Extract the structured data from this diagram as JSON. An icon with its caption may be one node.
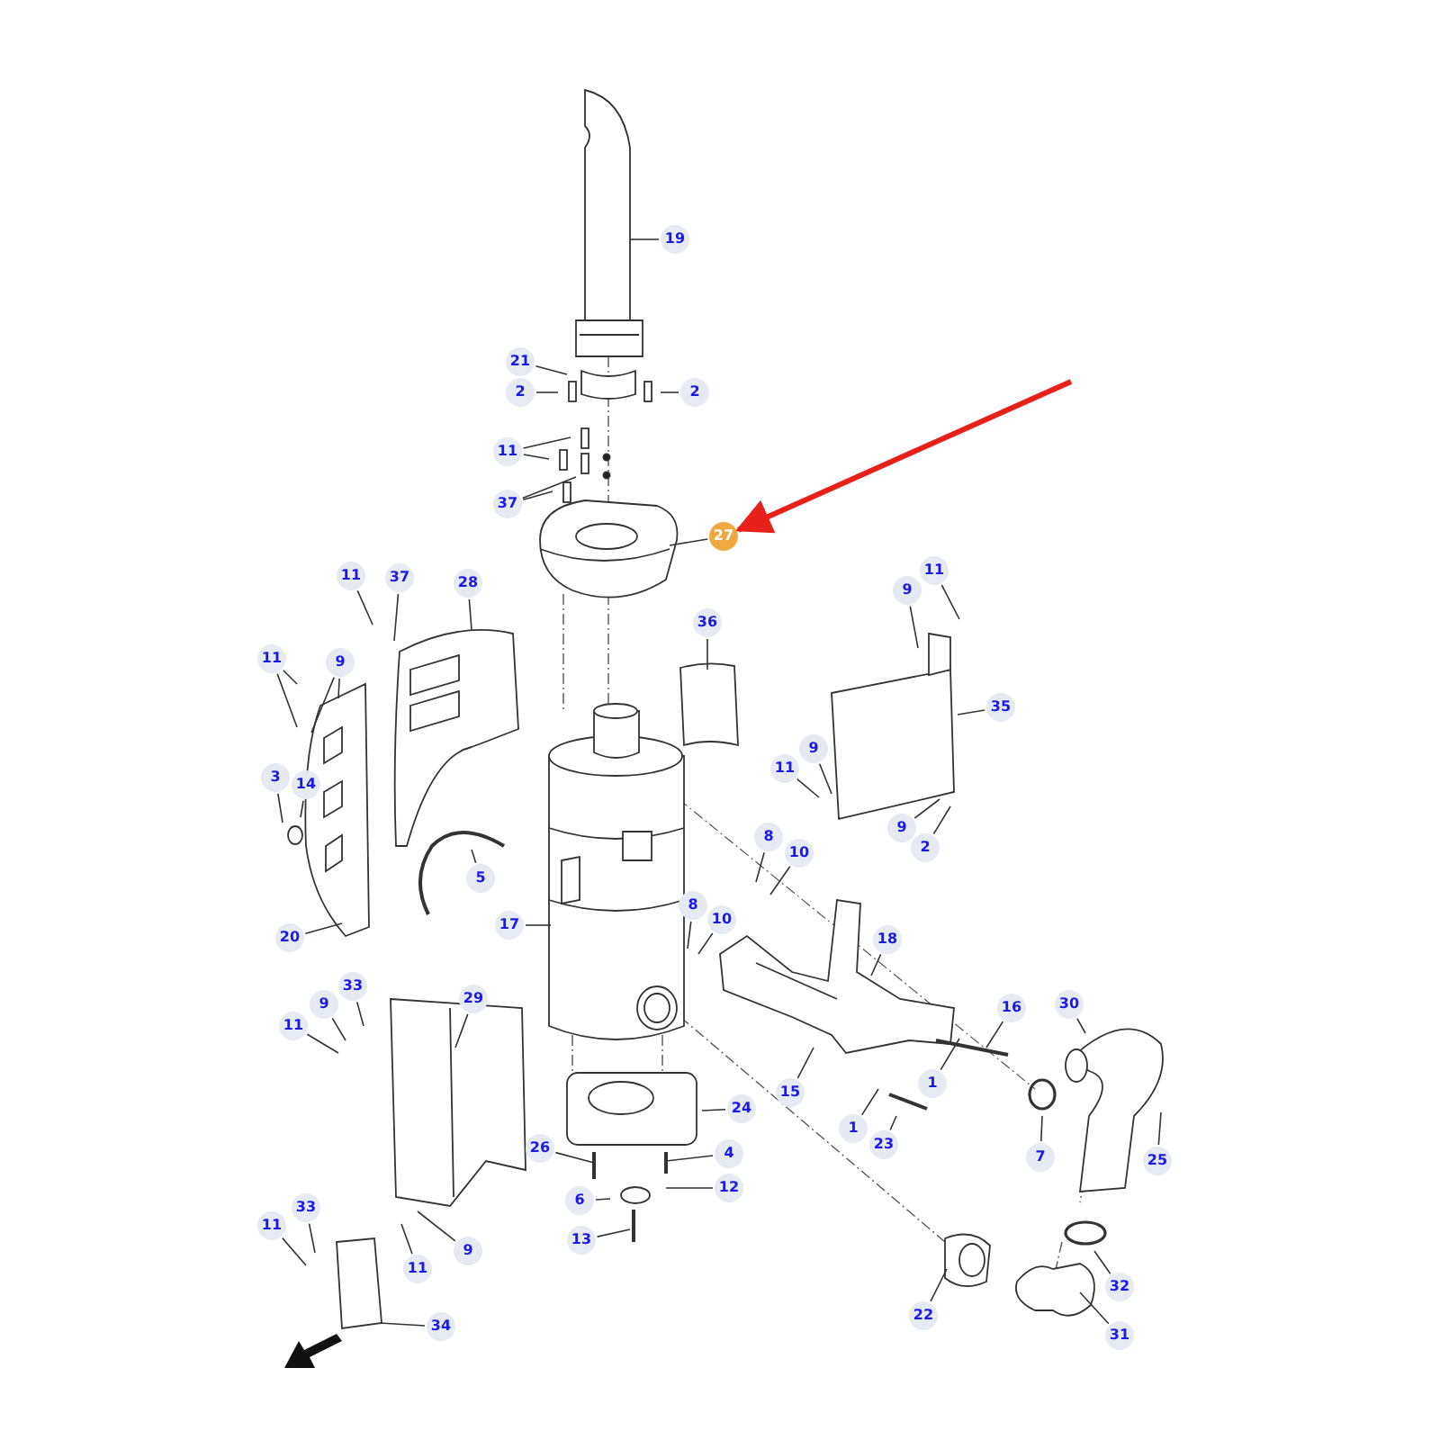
{
  "diagram": {
    "nodes": [
      {
        "text": [
          "19"
        ]
      },
      {
        "text": [
          "21"
        ]
      },
      {
        "text": [
          "2"
        ]
      },
      {
        "text": [
          "2"
        ]
      },
      {
        "text": [
          "11"
        ]
      },
      {
        "text": [
          "37"
        ]
      },
      {
        "text": [
          "27"
        ]
      },
      {
        "text": [
          "11"
        ]
      },
      {
        "text": [
          "37"
        ]
      },
      {
        "text": [
          "28"
        ]
      },
      {
        "text": [
          "36"
        ]
      },
      {
        "text": [
          "11"
        ]
      },
      {
        "text": [
          "9"
        ]
      },
      {
        "text": [
          "3"
        ]
      },
      {
        "text": [
          "14"
        ]
      },
      {
        "text": [
          "20"
        ]
      },
      {
        "text": [
          "5"
        ]
      },
      {
        "text": [
          "17"
        ]
      },
      {
        "text": [
          "11"
        ]
      },
      {
        "text": [
          "9"
        ]
      },
      {
        "text": [
          "35"
        ]
      },
      {
        "text": [
          "9"
        ]
      },
      {
        "text": [
          "11"
        ]
      },
      {
        "text": [
          "9"
        ]
      },
      {
        "text": [
          "2"
        ]
      },
      {
        "text": [
          "8"
        ]
      },
      {
        "text": [
          "10"
        ]
      },
      {
        "text": [
          "8"
        ]
      },
      {
        "text": [
          "10"
        ]
      },
      {
        "text": [
          "18"
        ]
      },
      {
        "text": [
          "16"
        ]
      },
      {
        "text": [
          "30"
        ]
      },
      {
        "text": [
          "33"
        ]
      },
      {
        "text": [
          "9"
        ]
      },
      {
        "text": [
          "11"
        ]
      },
      {
        "text": [
          "29"
        ]
      },
      {
        "text": [
          "15"
        ]
      },
      {
        "text": [
          "1"
        ]
      },
      {
        "text": [
          "24"
        ]
      },
      {
        "text": [
          "1"
        ]
      },
      {
        "text": [
          "23"
        ]
      },
      {
        "text": [
          "7"
        ]
      },
      {
        "text": [
          "25"
        ]
      },
      {
        "text": [
          "26"
        ]
      },
      {
        "text": [
          "4"
        ]
      },
      {
        "text": [
          "6"
        ]
      },
      {
        "text": [
          "12"
        ]
      },
      {
        "text": [
          "13"
        ]
      },
      {
        "text": [
          "11"
        ]
      },
      {
        "text": [
          "33"
        ]
      },
      {
        "text": [
          "9"
        ]
      },
      {
        "text": [
          "11"
        ]
      },
      {
        "text": [
          "34"
        ]
      },
      {
        "text": [
          "22"
        ]
      },
      {
        "text": [
          "32"
        ]
      },
      {
        "text": [
          "31"
        ]
      }
    ],
    "edges": [
      {
        "from": 0,
        "to": null,
        "arrow": "none"
      },
      {
        "from": 1,
        "to": null,
        "arrow": "none"
      },
      {
        "from": 2,
        "to": null,
        "arrow": "none"
      },
      {
        "from": 3,
        "to": null,
        "arrow": "none"
      },
      {
        "from": 4,
        "to": null,
        "arrow": "none"
      },
      {
        "from": 4,
        "to": null,
        "arrow": "none"
      },
      {
        "from": 5,
        "to": null,
        "arrow": "none"
      },
      {
        "from": 5,
        "to": null,
        "arrow": "none"
      },
      {
        "from": 6,
        "to": null,
        "arrow": "none"
      },
      {
        "from": 7,
        "to": null,
        "arrow": "none"
      },
      {
        "from": 8,
        "to": null,
        "arrow": "none"
      },
      {
        "from": 9,
        "to": null,
        "arrow": "none"
      },
      {
        "from": 10,
        "to": null,
        "arrow": "none"
      },
      {
        "from": 11,
        "to": null,
        "arrow": "none"
      },
      {
        "from": 11,
        "to": null,
        "arrow": "none"
      },
      {
        "from": 12,
        "to": null,
        "arrow": "none"
      },
      {
        "from": 12,
        "to": null,
        "arrow": "none"
      },
      {
        "from": 13,
        "to": null,
        "arrow": "none"
      },
      {
        "from": 14,
        "to": null,
        "arrow": "none"
      },
      {
        "from": 15,
        "to": null,
        "arrow": "none"
      },
      {
        "from": 16,
        "to": null,
        "arrow": "none"
      },
      {
        "from": 17,
        "to": null,
        "arrow": "none"
      },
      {
        "from": 18,
        "to": null,
        "arrow": "none"
      },
      {
        "from": 19,
        "to": null,
        "arrow": "none"
      },
      {
        "from": 20,
        "to": null,
        "arrow": "none"
      },
      {
        "from": 21,
        "to": null,
        "arrow": "none"
      },
      {
        "from": 22,
        "to": null,
        "arrow": "none"
      },
      {
        "from": 23,
        "to": null,
        "arrow": "none"
      },
      {
        "from": 24,
        "to": null,
        "arrow": "none"
      },
      {
        "from": 25,
        "to": null,
        "arrow": "none"
      },
      {
        "from": 26,
        "to": null,
        "arrow": "none"
      },
      {
        "from": 27,
        "to": null,
        "arrow": "none"
      },
      {
        "from": 28,
        "to": null,
        "arrow": "none"
      },
      {
        "from": 29,
        "to": null,
        "arrow": "none"
      },
      {
        "from": 30,
        "to": null,
        "arrow": "none"
      },
      {
        "from": 31,
        "to": null,
        "arrow": "none"
      },
      {
        "from": 32,
        "to": null,
        "arrow": "none"
      },
      {
        "from": 33,
        "to": null,
        "arrow": "none"
      },
      {
        "from": 34,
        "to": null,
        "arrow": "none"
      },
      {
        "from": 35,
        "to": null,
        "arrow": "none"
      },
      {
        "from": 36,
        "to": null,
        "arrow": "none"
      },
      {
        "from": 37,
        "to": null,
        "arrow": "none"
      },
      {
        "from": 38,
        "to": null,
        "arrow": "none"
      },
      {
        "from": 39,
        "to": null,
        "arrow": "none"
      },
      {
        "from": 40,
        "to": null,
        "arrow": "none"
      },
      {
        "from": 41,
        "to": null,
        "arrow": "none"
      },
      {
        "from": 42,
        "to": null,
        "arrow": "none"
      },
      {
        "from": 43,
        "to": null,
        "arrow": "none"
      },
      {
        "from": 44,
        "to": null,
        "arrow": "none"
      },
      {
        "from": 45,
        "to": null,
        "arrow": "none"
      },
      {
        "from": 46,
        "to": null,
        "arrow": "none"
      },
      {
        "from": 47,
        "to": null,
        "arrow": "none"
      },
      {
        "from": 48,
        "to": null,
        "arrow": "none"
      },
      {
        "from": 49,
        "to": null,
        "arrow": "none"
      },
      {
        "from": 50,
        "to": null,
        "arrow": "none"
      },
      {
        "from": 51,
        "to": null,
        "arrow": "none"
      },
      {
        "from": 52,
        "to": null,
        "arrow": "none"
      },
      {
        "from": 53,
        "to": null,
        "arrow": "none"
      },
      {
        "from": 54,
        "to": null,
        "arrow": "none"
      },
      {
        "from": 55,
        "to": null,
        "arrow": "none"
      },
      {
        "from": null,
        "to": 6,
        "arrow": "to",
        "style": "thick",
        "color": "#e8201a"
      }
    ]
  }
}
